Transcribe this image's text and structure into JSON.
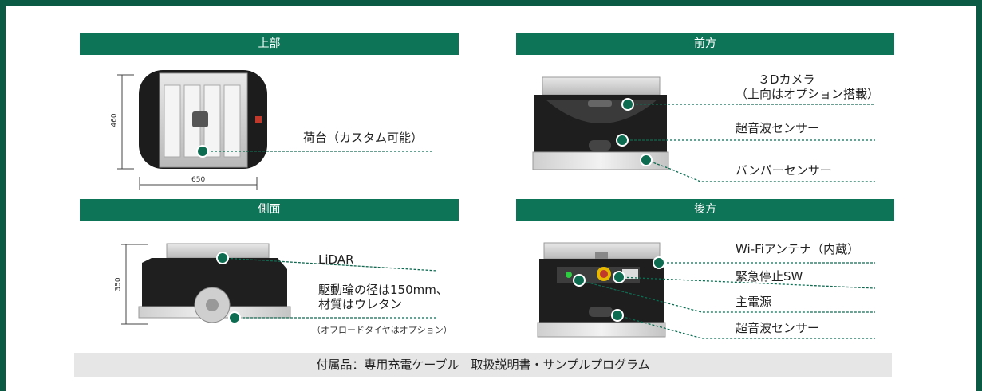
{
  "sections": {
    "top": "上部",
    "front": "前方",
    "side": "側面",
    "rear": "後方"
  },
  "top_view": {
    "dim_vertical": "460",
    "dim_horizontal": "650",
    "callout": "荷台（カスタム可能）"
  },
  "front_view": {
    "camera_line1": "３Dカメラ",
    "camera_line2": "（上向はオプション搭載）",
    "ultrasonic": "超音波センサー",
    "bumper": "バンパーセンサー"
  },
  "side_view": {
    "dim_vertical": "350",
    "lidar": "LiDAR",
    "wheel_line1": "駆動輪の径は150mm、",
    "wheel_line2": "材質はウレタン",
    "offroad": "（オフロードタイヤはオプション）"
  },
  "rear_view": {
    "wifi": "Wi-Fiアンテナ（内蔵）",
    "estop": "緊急停止SW",
    "power": "主電源",
    "ultrasonic": "超音波センサー"
  },
  "footer": "付属品：専用充電ケーブル　取扱説明書・サンプルプログラム",
  "colors": {
    "frame": "#0b5a44",
    "band": "#0d7457",
    "marker": "#0d6b50",
    "footer_bg": "#e6e6e6"
  }
}
